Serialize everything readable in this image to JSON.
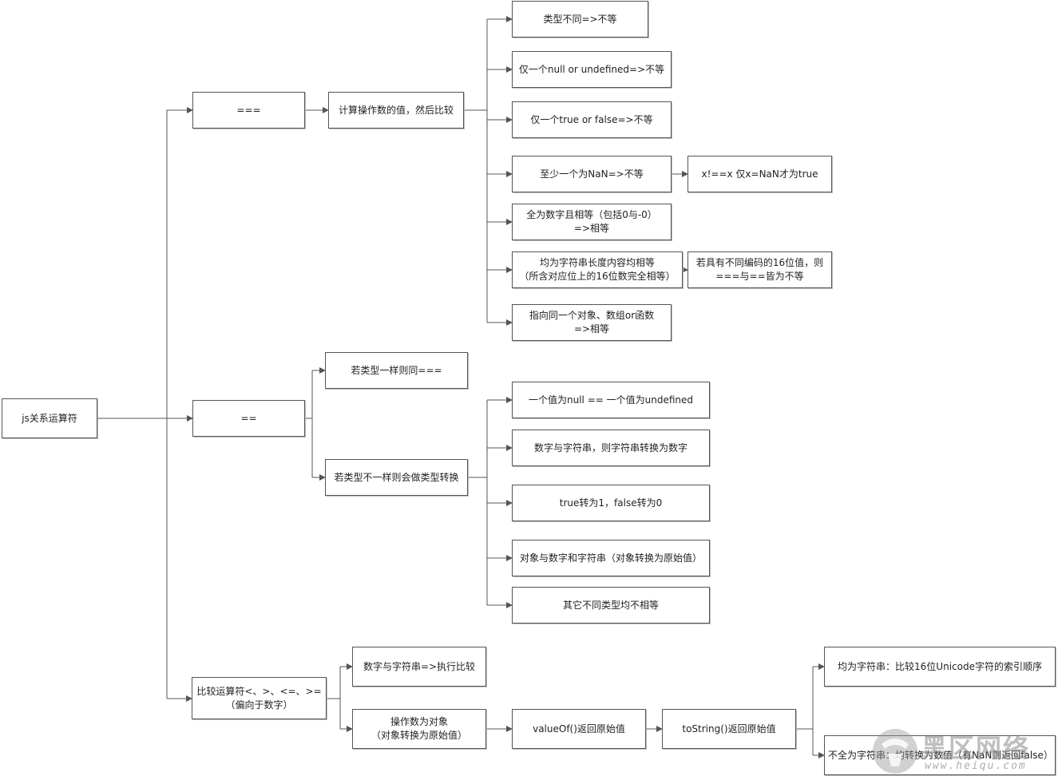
{
  "nodes": {
    "root": "js关系运算符",
    "strict_eq": "===",
    "loose_eq": "==",
    "compare": "比较运算符<、>、<=、>=\n（偏向于数字）",
    "strict_compute": "计算操作数的值，然后比较",
    "s1": "类型不同=>不等",
    "s2": "仅一个null  or  undefined=>不等",
    "s3": "仅一个true  or  false=>不等",
    "s4": "至少一个为NaN=>不等",
    "s4_note": "x!==x 仅x=NaN才为true",
    "s5": "全为数字且相等（包括0与-0）\n=>相等",
    "s6": "均为字符串长度内容均相等\n（所含对应位上的16位数完全相等）",
    "s6_note": "若具有不同编码的16位值，则\n===与==皆为不等",
    "s7": "指向同一个对象、数组or函数\n=>相等",
    "l_same": "若类型一样则同===",
    "l_diff": "若类型不一样则会做类型转换",
    "l1": "一个值为null  ==  一个值为undefined",
    "l2": "数字与字符串，则字符串转换为数字",
    "l3": "true转为1，false转为0",
    "l4": "对象与数字和字符串（对象转换为原始值）",
    "l5": "其它不同类型均不相等",
    "c1": "数字与字符串=>执行比较",
    "c2": "操作数为对象\n（对象转换为原始值）",
    "c_valueof": "valueOf()返回原始值",
    "c_tostring": "toString()返回原始值",
    "c_str": "均为字符串：比较16位Unicode字符的索引顺序",
    "c_num": "不全为字符串：均转换为数值（有NaN则返回false）"
  },
  "watermark": {
    "title": "黑区网络",
    "url": "www.heiqu.com"
  },
  "colors": {
    "line": "#555555",
    "border": "#555555",
    "shadow": "#bdbdbd"
  }
}
